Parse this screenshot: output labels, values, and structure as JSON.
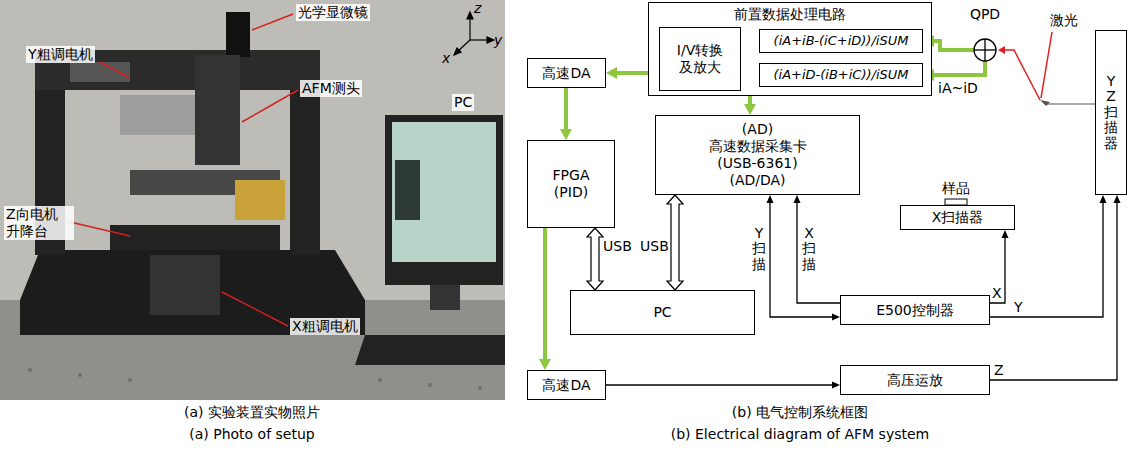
{
  "diagram": {
    "nodes": [
      {
        "text": [
          "前置数据处理电路"
        ]
      },
      {
        "text": [
          "I/V转换 及放大"
        ],
        "in": 0
      },
      {
        "text": [
          "(iA+iB-(iC+iD))/iSUM"
        ],
        "in": 0
      },
      {
        "text": [
          "(iA+iD-(iB+iC))/iSUM"
        ],
        "in": 0
      },
      {
        "text": [
          "高速DA"
        ]
      },
      {
        "text": [
          "FPGA (PID)"
        ]
      },
      {
        "text": [
          "(AD)",
          "高速数据采集卡",
          "(USB-6361)",
          "(AD/DA)"
        ]
      },
      {
        "text": [
          "PC"
        ]
      },
      {
        "text": [
          "高速DA"
        ]
      },
      {
        "text": [
          "E500控制器"
        ]
      },
      {
        "text": [
          "高压运放"
        ]
      },
      {
        "text": [
          "QPD"
        ]
      },
      {
        "text": [
          "X扫描器"
        ]
      },
      {
        "text": [
          "YZ扫描器"
        ]
      }
    ],
    "edges": [
      {
        "from": 1,
        "to": 4,
        "arrow": "to"
      },
      {
        "from": 4,
        "to": 5,
        "arrow": "to"
      },
      {
        "from": 5,
        "to": 8,
        "arrow": "to"
      },
      {
        "from": 0,
        "to": 6,
        "arrow": "to"
      },
      {
        "from": 11,
        "to": 2,
        "arrow": "to"
      },
      {
        "from": 11,
        "to": 3,
        "arrow": "to"
      },
      {
        "from": 2,
        "to": 1,
        "arrow": "to"
      },
      {
        "from": 3,
        "to": 1,
        "arrow": "to"
      },
      {
        "from": 5,
        "to": 7,
        "label": "USB",
        "arrow": "both"
      },
      {
        "from": 6,
        "to": 7,
        "label": "USB",
        "arrow": "both"
      },
      {
        "from": 6,
        "to": 9,
        "label": "Y扫描",
        "arrow": "both"
      },
      {
        "from": 9,
        "to": 6,
        "label": "X扫描",
        "arrow": "to"
      },
      {
        "from": 9,
        "to": 12,
        "label": "X",
        "arrow": "to"
      },
      {
        "from": 9,
        "to": 13,
        "label": "Y",
        "arrow": "to"
      },
      {
        "from": 8,
        "to": 10,
        "arrow": "to"
      },
      {
        "from": 10,
        "to": 13,
        "label": "Z",
        "arrow": "to"
      }
    ],
    "labels": [
      "光学显微镜",
      "Y粗调电机",
      "AFM测头",
      "Z向电机 升降台",
      "X粗调电机",
      "PC",
      "z",
      "x",
      "y",
      "激光",
      "样品",
      "iA~iD",
      "(a) 实验装置实物照片",
      "(b) 电气控制系统框图",
      "(a) Photo of setup",
      "(b) Electrical diagram of AFM system"
    ]
  }
}
